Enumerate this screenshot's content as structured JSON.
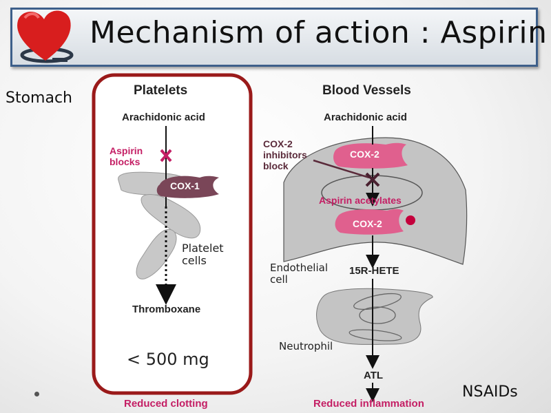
{
  "slide": {
    "title": "Mechanism of action : Aspirin",
    "side_label": "Stomach",
    "footer_label": "NSAIDs",
    "accent_colors": {
      "title_border": "#3d5f8a",
      "highlight_box": "#9a1a1a",
      "magenta": "#c41e64",
      "cox1": "#7a4658",
      "cox2": "#e0608e"
    }
  },
  "platelets": {
    "heading": "Platelets",
    "substrate": "Arachidonic acid",
    "blocker_label_1": "Aspirin",
    "blocker_label_2": "blocks",
    "enzyme": "COX-1",
    "cells_label_1": "Platelet",
    "cells_label_2": "cells",
    "product": "Thromboxane",
    "dose": "< 500 mg",
    "outcome": "Reduced clotting"
  },
  "vessels": {
    "heading": "Blood Vessels",
    "substrate": "Arachidonic acid",
    "inhibitor_label_1": "COX-2",
    "inhibitor_label_2": "inhibitors",
    "inhibitor_label_3": "block",
    "enzyme": "COX-2",
    "acetylation": "Aspirin acetylates",
    "enzyme_acetylated": "COX-2",
    "cell_label_1": "Endothelial",
    "cell_label_2": "cell",
    "intermediate": "15R-HETE",
    "neutrophil_label": "Neutrophil",
    "product": "ATL",
    "outcome": "Reduced inflammation"
  }
}
